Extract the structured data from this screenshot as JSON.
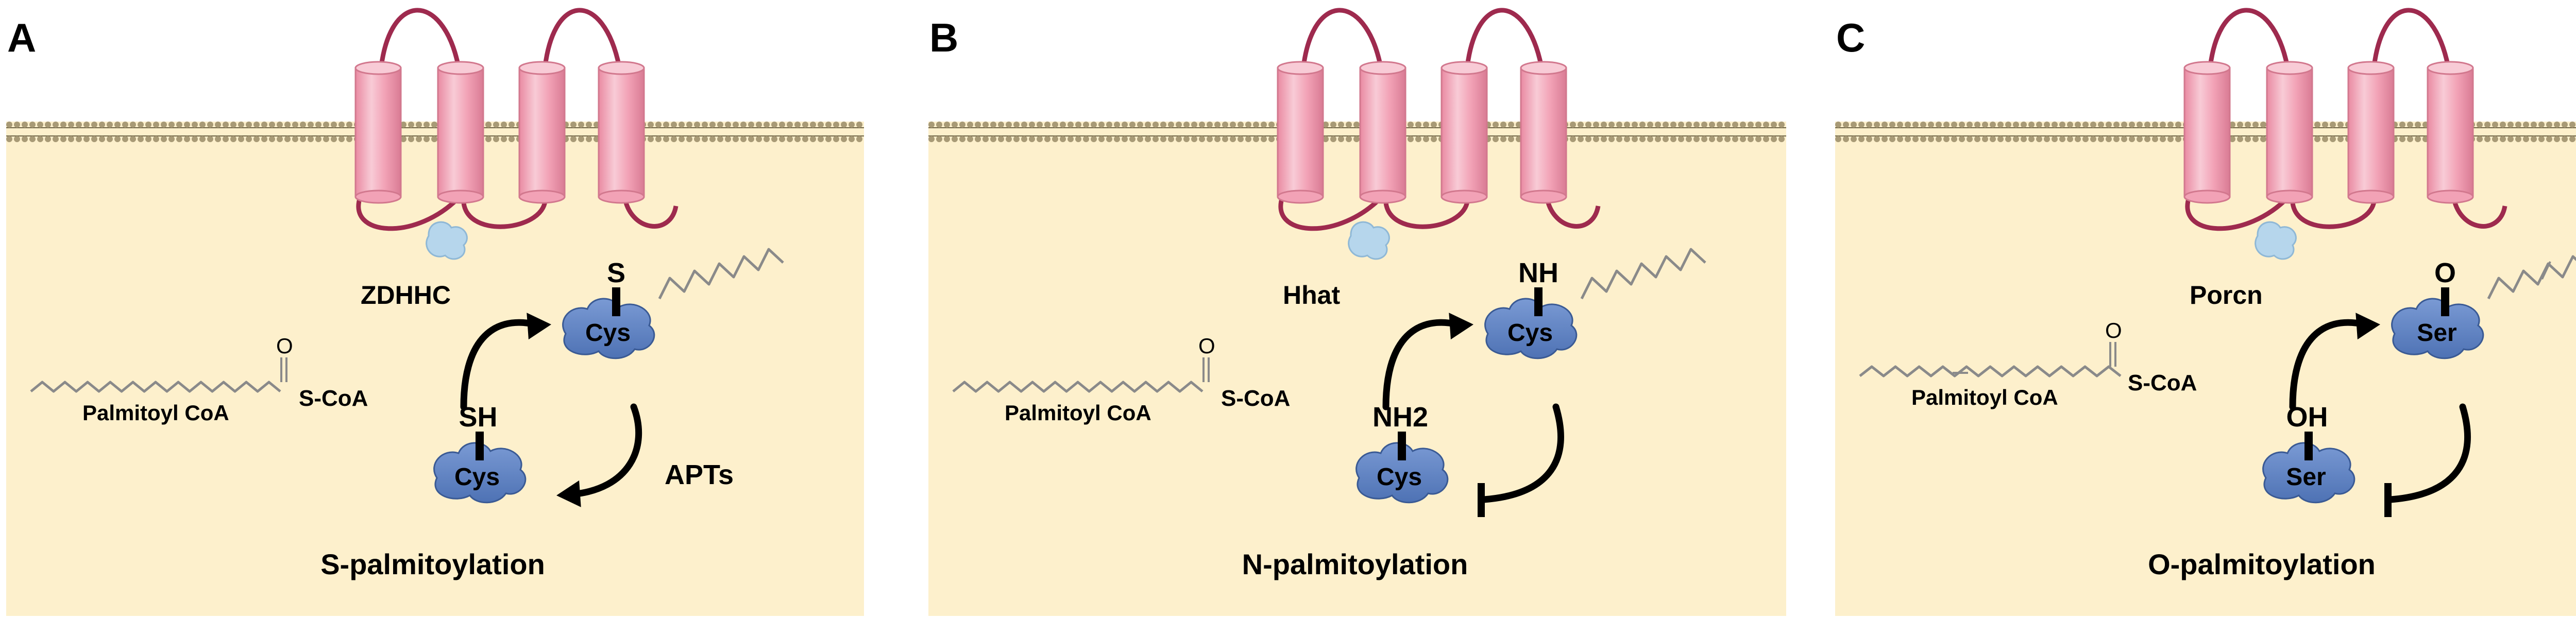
{
  "panels": [
    {
      "letter": "A",
      "enzyme": "ZDHHC",
      "acyl_donor": "Palmitoyl CoA",
      "coa_oxygen": "O",
      "coa_label": "S-CoA",
      "substrate_residue": "Cys",
      "substrate_group": "SH",
      "product_residue": "Cys",
      "product_group": "S",
      "reverse_enzyme": "APTs",
      "reversible": true,
      "acyl_chain": "saturated",
      "title": "S-palmitoylation"
    },
    {
      "letter": "B",
      "enzyme": "Hhat",
      "acyl_donor": "Palmitoyl CoA",
      "coa_oxygen": "O",
      "coa_label": "S-CoA",
      "substrate_residue": "Cys",
      "substrate_group": "NH2",
      "product_residue": "Cys",
      "product_group": "NH",
      "reverse_enzyme": "",
      "reversible": false,
      "acyl_chain": "saturated",
      "title": "N-palmitoylation"
    },
    {
      "letter": "C",
      "enzyme": "Porcn",
      "acyl_donor": "Palmitoyl CoA",
      "coa_oxygen": "O",
      "coa_label": "S-CoA",
      "substrate_residue": "Ser",
      "substrate_group": "OH",
      "product_residue": "Ser",
      "product_group": "O",
      "reverse_enzyme": "",
      "reversible": false,
      "acyl_chain": "monounsaturated",
      "title": "O-palmitoylation"
    }
  ],
  "colors": {
    "cytoplasm": "#fdf0cc",
    "membrane_dots": "#a89a76",
    "membrane_line": "#6e6446",
    "helix": "#f2a2b6",
    "helix_highlight": "#f8cbd6",
    "helix_edge": "#d2788e",
    "loop": "#9e2a4e",
    "residue_blob": "#5d82c4",
    "residue_edge": "#3a5a94",
    "cofactor": "#b6d6ec",
    "chain": "#8a8a8a",
    "arrow": "#000000"
  }
}
